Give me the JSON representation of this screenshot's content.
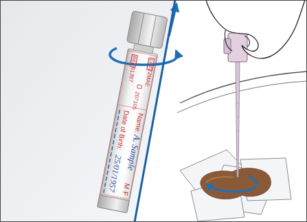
{
  "diagram": {
    "labels": [
      "LOT",
      "22MAE",
      "207105",
      "REF",
      "61397",
      "Name:",
      "A. Sample",
      "M",
      "F",
      "Date of Birth:",
      "25/01/1957"
    ]
  }
}
